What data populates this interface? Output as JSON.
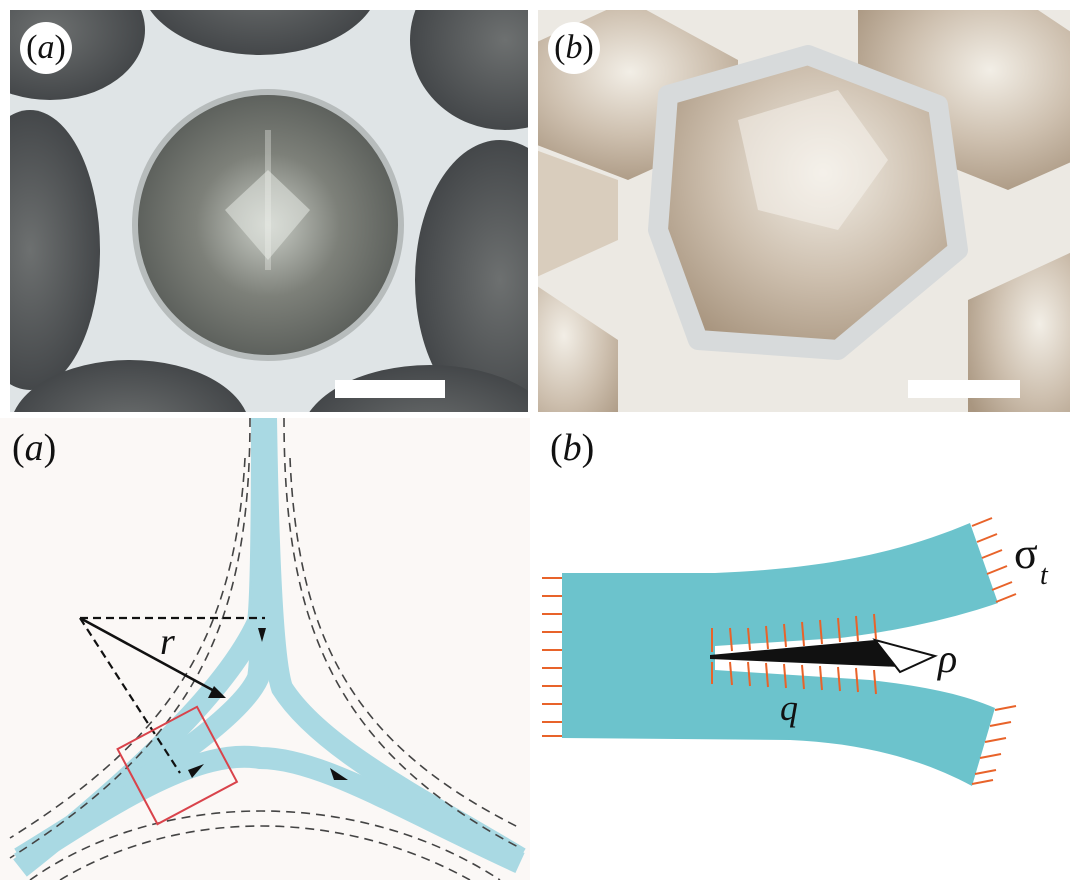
{
  "photo_panels": [
    {
      "label_open": "(",
      "label_letter": "a",
      "label_close": ")"
    },
    {
      "label_open": "(",
      "label_letter": "b",
      "label_close": ")"
    }
  ],
  "diagram_panels": [
    {
      "label_open": "(",
      "label_letter": "a",
      "label_close": ")",
      "radius_symbol": "r"
    },
    {
      "label_open": "(",
      "label_letter": "b",
      "label_close": ")",
      "stress_symbol": "σ",
      "stress_subscript": "t",
      "rho_symbol": "ρ",
      "q_symbol": "q"
    }
  ],
  "colors": {
    "wall": "#6cc3cc",
    "wall_light": "#a9d9e3",
    "arrows": "#e8632a",
    "box": "#d9434b"
  }
}
